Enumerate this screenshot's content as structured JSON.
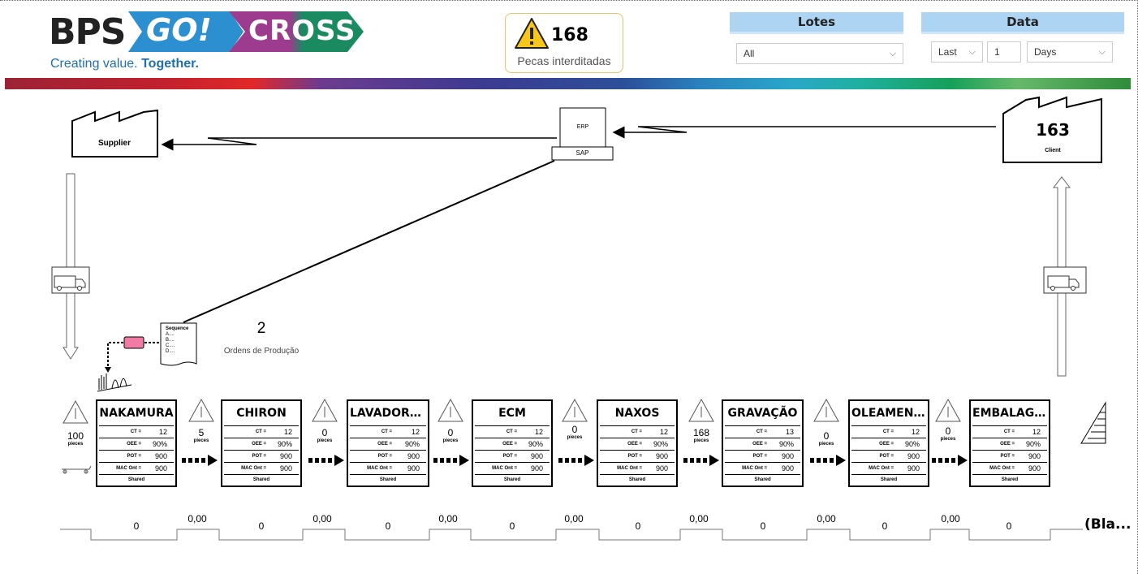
{
  "header": {
    "logo": {
      "part1": "BPS",
      "part2": "GO!",
      "part3": "CROSS",
      "tagline_a": "Creating value.",
      "tagline_b": "Together."
    },
    "alert": {
      "count": "168",
      "label": "Pecas interditadas",
      "icon": "warning-icon"
    },
    "slicers": {
      "lotes": {
        "title": "Lotes",
        "value": "All"
      },
      "data": {
        "title": "Data",
        "period": "Last",
        "amount": "1",
        "unit": "Days"
      }
    }
  },
  "vsm": {
    "supplier": {
      "label": "Supplier"
    },
    "client": {
      "label": "Client",
      "value": "163"
    },
    "erp": {
      "top": "ERP",
      "bottom": "SAP"
    },
    "sequence": {
      "title": "Sequence",
      "lines": [
        "A....",
        "B....",
        "C....",
        "D...."
      ]
    },
    "orders": {
      "count": "2",
      "label": "Ordens de Produção"
    },
    "row_labels": {
      "ct": "CT =",
      "oee": "OEE =",
      "pot": "POT =",
      "mac": "MAC Ont =",
      "shared": "Shared"
    },
    "processes": [
      {
        "name": "NAKAMURA",
        "ct": "12",
        "oee": "90%",
        "pot": "900",
        "mac": "900"
      },
      {
        "name": "CHIRON",
        "ct": "12",
        "oee": "90%",
        "pot": "900",
        "mac": "900"
      },
      {
        "name": "LAVADORA ...",
        "ct": "12",
        "oee": "90%",
        "pot": "900",
        "mac": "900"
      },
      {
        "name": "ECM",
        "ct": "12",
        "oee": "90%",
        "pot": "900",
        "mac": "900"
      },
      {
        "name": "NAXOS",
        "ct": "12",
        "oee": "90%",
        "pot": "900",
        "mac": "900"
      },
      {
        "name": "GRAVAÇÃO",
        "ct": "13",
        "oee": "90%",
        "pot": "900",
        "mac": "900"
      },
      {
        "name": "OLEAMENTO",
        "ct": "12",
        "oee": "90%",
        "pot": "900",
        "mac": "900"
      },
      {
        "name": "EMBALAGEM",
        "ct": "12",
        "oee": "90%",
        "pot": "900",
        "mac": "900"
      }
    ],
    "inventories": [
      {
        "value": "100",
        "unit": "pieces"
      },
      {
        "value": "5",
        "unit": "pieces"
      },
      {
        "value": "0",
        "unit": "pieces"
      },
      {
        "value": "0",
        "unit": "pieces"
      },
      {
        "value": "0",
        "unit": "pieces"
      },
      {
        "value": "168",
        "unit": "pieces"
      },
      {
        "value": "0",
        "unit": "pieces"
      },
      {
        "value": "0",
        "unit": "pieces"
      }
    ],
    "timeline": {
      "process_values": [
        "0",
        "0",
        "0",
        "0",
        "0",
        "0",
        "0",
        "0"
      ],
      "wait_values": [
        "0,00",
        "0,00",
        "0,00",
        "0,00",
        "0,00",
        "0,00",
        "0,00"
      ],
      "end_label": "(Bla..."
    }
  }
}
